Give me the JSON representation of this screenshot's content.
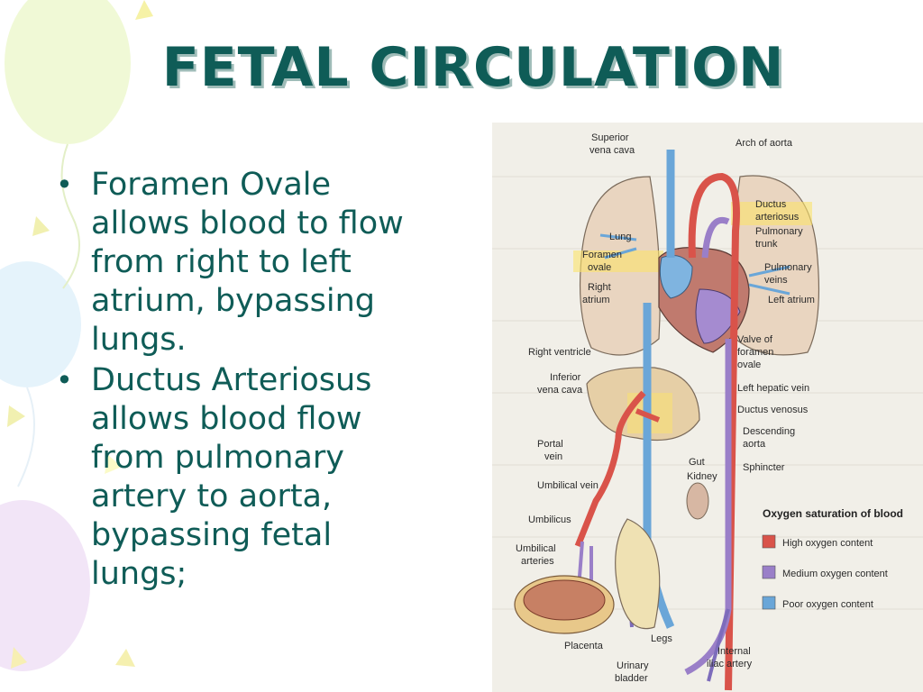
{
  "slide": {
    "title": "FETAL CIRCULATION",
    "bullets": [
      "Foramen Ovale allows blood to flow from right to left atrium, bypassing lungs.",
      "Ductus Arteriosus allows blood flow from pulmonary artery to aorta, bypassing fetal lungs;"
    ]
  },
  "diagram": {
    "labels": {
      "superior_vena_cava": [
        "Superior",
        "vena cava"
      ],
      "arch_of_aorta": "Arch of aorta",
      "ductus_arteriosus": [
        "Ductus",
        "arteriosus"
      ],
      "pulmonary_trunk": [
        "Pulmonary",
        "trunk"
      ],
      "lung": "Lung",
      "foramen_ovale": [
        "Foramen",
        "ovale"
      ],
      "pulmonary_veins": [
        "Pulmonary",
        "veins"
      ],
      "right_atrium": [
        "Right",
        "atrium"
      ],
      "left_atrium": "Left atrium",
      "right_ventricle": "Right ventricle",
      "valve_of_foramen_ovale": [
        "Valve of",
        "foramen",
        "ovale"
      ],
      "inferior_vena_cava": [
        "Inferior",
        "vena cava"
      ],
      "left_hepatic_vein": "Left hepatic vein",
      "ductus_venosus": "Ductus venosus",
      "descending_aorta": [
        "Descending",
        "aorta"
      ],
      "portal_vein": [
        "Portal",
        "vein"
      ],
      "gut": "Gut",
      "sphincter": "Sphincter",
      "umbilical_vein": "Umbilical vein",
      "kidney": "Kidney",
      "umbilicus": "Umbilicus",
      "umbilical_arteries": [
        "Umbilical",
        "arteries"
      ],
      "placenta": "Placenta",
      "legs": "Legs",
      "urinary_bladder": [
        "Urinary",
        "bladder"
      ],
      "internal_iliac_artery": [
        "Internal",
        "iliac artery"
      ]
    },
    "legend": {
      "title": "Oxygen saturation of blood",
      "items": [
        {
          "label": "High oxygen content",
          "color": "#d9534a"
        },
        {
          "label": "Medium oxygen content",
          "color": "#9a7fc8"
        },
        {
          "label": "Poor oxygen content",
          "color": "#6aa6d8"
        }
      ]
    }
  }
}
